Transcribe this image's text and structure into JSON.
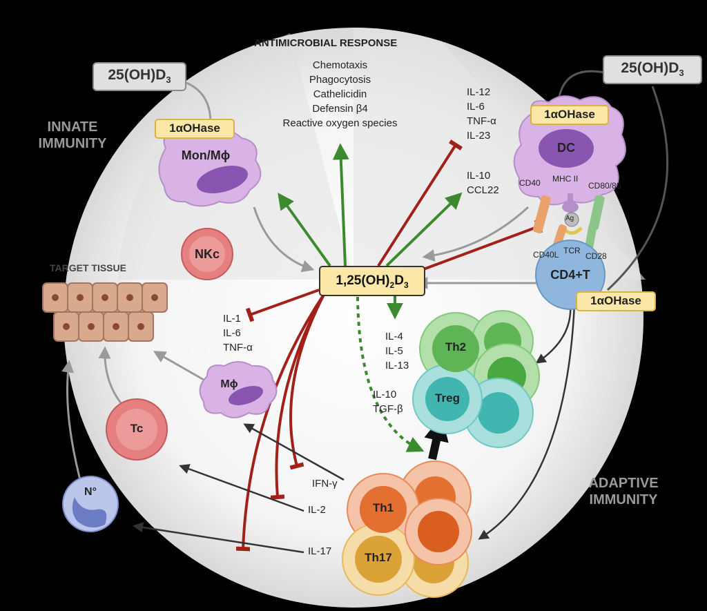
{
  "colors": {
    "activate_arrow": "#3b8a2e",
    "inhibit_line": "#a3201a",
    "gray_arrow": "#999999",
    "dark_arrow": "#333333",
    "vitd_box_fill": "#fbe7a8",
    "enzyme_box_fill": "#fbe7a8",
    "precursor_box_fill": "#e0e0e0",
    "macrophage": "#d9b3e6",
    "nucleus": "#8a55b0",
    "nk_cell": "#e57f80",
    "th2_cell": "#84c97a",
    "treg_cell": "#6ec9c5",
    "th1_cell": "#e88a5a",
    "th17_cell": "#e8b85a",
    "cd4_cell": "#8fb7dd",
    "neutrophil": "#7f8fcf",
    "tissue": "#d9a98e"
  },
  "headers": {
    "antimicrobial": "ANTIMICROBIAL RESPONSE",
    "innate_line1": "INNATE",
    "innate_line2": "IMMUNITY",
    "adaptive_line1": "ADAPTIVE",
    "adaptive_line2": "IMMUNITY",
    "target_tissue": "TARGET TISSUE"
  },
  "antimicrobial_items": [
    "Chemotaxis",
    "Phagocytosis",
    "Cathelicidin",
    "Defensin β4",
    "Reactive oxygen species"
  ],
  "precursor": {
    "left": "25(OH)D",
    "right": "25(OH)D",
    "subscript": "3"
  },
  "enzyme": "1αOHase",
  "vitd": {
    "main": "1,25(OH)",
    "sub1": "2",
    "mid": "D",
    "sub2": "3"
  },
  "cells": {
    "mon_mac": "Mon/Mϕ",
    "nk": "NKc",
    "dc": "DC",
    "cd4": "CD4+T",
    "mac": "Mϕ",
    "tc": "Tc",
    "neutrophil": "N°",
    "th2": "Th2",
    "treg": "Treg",
    "th1": "Th1",
    "th17": "Th17"
  },
  "dc_markers": {
    "cd40": "CD40",
    "mhc": "MHC II",
    "cd80": "CD80/86",
    "ag": "Ag",
    "cd40l": "CD40L",
    "tcr": "TCR",
    "cd28": "CD28"
  },
  "cytokine_groups": {
    "dc_inhibited": [
      "IL-12",
      "IL-6",
      "TNF-α",
      "IL-23"
    ],
    "dc_induced": [
      "IL-10",
      "CCL22"
    ],
    "mac_inhibited": [
      "IL-1",
      "IL-6",
      "TNF-α"
    ],
    "th2_induced": [
      "IL-4",
      "IL-5",
      "IL-13"
    ],
    "treg_induced": [
      "IL-10",
      "TGF-β"
    ]
  },
  "th_cytokines": {
    "ifn": "IFN-γ",
    "il2": "IL-2",
    "il17": "IL-17"
  }
}
